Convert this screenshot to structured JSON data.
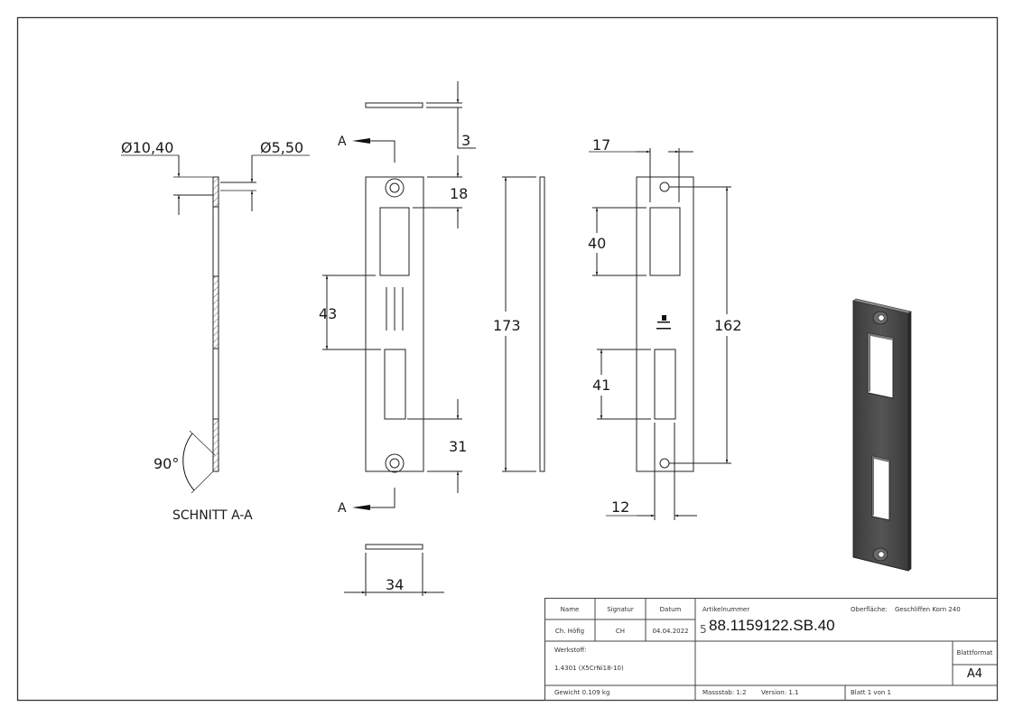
{
  "drawing": {
    "section_label": "SCHNITT A-A",
    "section_marker": "A",
    "dimensions": {
      "hole_large_diameter": "Ø10,40",
      "hole_small_diameter": "Ø5,50",
      "thickness": "3",
      "top_to_cutout": "18",
      "cutout_spacing": "43",
      "bottom_to_cutout": "31",
      "width": "34",
      "total_height": "173",
      "cutout_width": "17",
      "upper_cutout_height": "40",
      "hole_spacing": "162",
      "lower_cutout_height": "41",
      "lower_cutout_width": "12",
      "angle": "90°"
    }
  },
  "title_block": {
    "headers": {
      "name": "Name",
      "signature": "Signatur",
      "date": "Datum"
    },
    "values": {
      "name": "Ch. Höfig",
      "signature": "CH",
      "date": "04.04.2022"
    },
    "article_label": "Artikelnummer",
    "article_number": "88.1159122.SB.40",
    "article_prefix": "5",
    "surface_label": "Oberfläche:",
    "surface_value": "Geschliffen Korn 240",
    "material_label": "Werkstoff:",
    "material_value": "1.4301 (X5CrNi18-10)",
    "format_label": "Blattformat",
    "format_value": "A4",
    "weight": "Gewicht 0.109 kg",
    "scale": "Massstab: 1:2",
    "version": "Version: 1.1",
    "sheet": "Blatt 1 von 1"
  },
  "colors": {
    "line": "#1a1a1a",
    "border": "#333333",
    "render_fill": "#4a4a4a"
  }
}
